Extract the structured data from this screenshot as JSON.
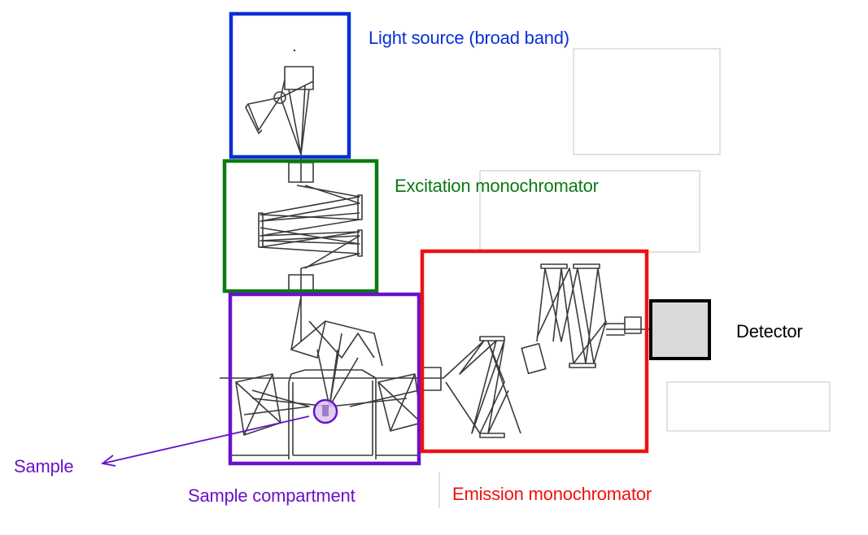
{
  "diagram": {
    "title": "Spectrofluorometer optical layout",
    "components": [
      {
        "id": "light_source",
        "label": "Light source (broad band)",
        "color": "#0a2fd6"
      },
      {
        "id": "excitation",
        "label": "Excitation monochromator",
        "color": "#0b7a12"
      },
      {
        "id": "sample_compartment",
        "label": "Sample compartment",
        "color": "#6a12c9"
      },
      {
        "id": "emission",
        "label": "Emission monochromator",
        "color": "#f01010"
      },
      {
        "id": "detector",
        "label": "Detector",
        "color": "#000000",
        "fill": "#d9d9d9"
      }
    ],
    "sample": {
      "label": "Sample",
      "color": "#6a12c9"
    },
    "flow": [
      "light_source",
      "excitation",
      "sample_compartment",
      "emission",
      "detector"
    ]
  }
}
